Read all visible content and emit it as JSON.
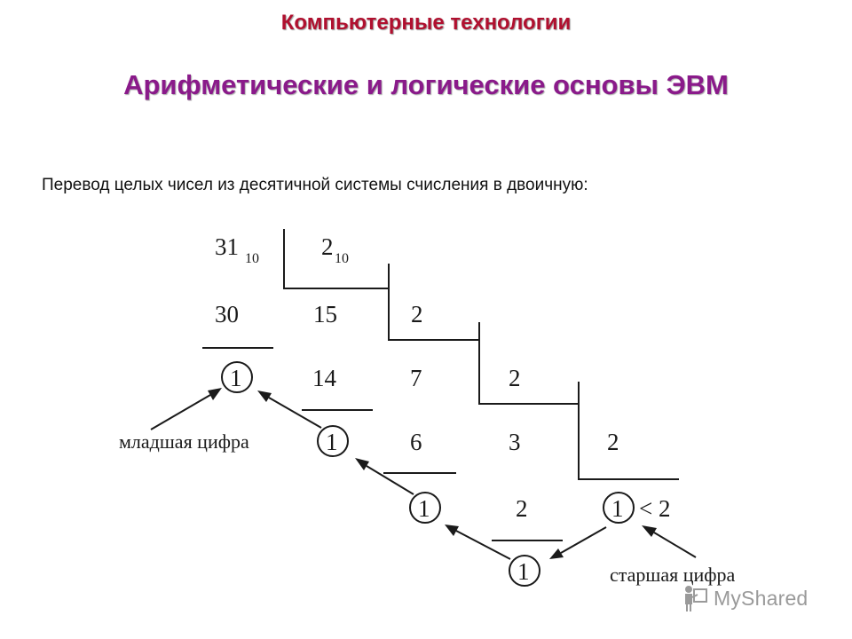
{
  "header": {
    "title": "Компьютерные технологии"
  },
  "main_title": "Арифметические и логические основы ЭВМ",
  "subtitle": "Перевод целых чисел из десятичной системы счисления в двоичную:",
  "diagram": {
    "dividend": "31",
    "dividend_base": "10",
    "divisor": "2",
    "divisor_base": "10",
    "divisors": [
      "2",
      "2",
      "2",
      "2"
    ],
    "quotients": [
      "15",
      "7",
      "3"
    ],
    "products": [
      "30",
      "14",
      "6",
      "2"
    ],
    "remainders": [
      "1",
      "1",
      "1",
      "1",
      "1"
    ],
    "final_less": "< 2",
    "label_lowest": "младшая цифра",
    "label_highest": "старшая цифра"
  },
  "watermark": {
    "text": "MyShared",
    "icon": "teacher-board-icon"
  }
}
